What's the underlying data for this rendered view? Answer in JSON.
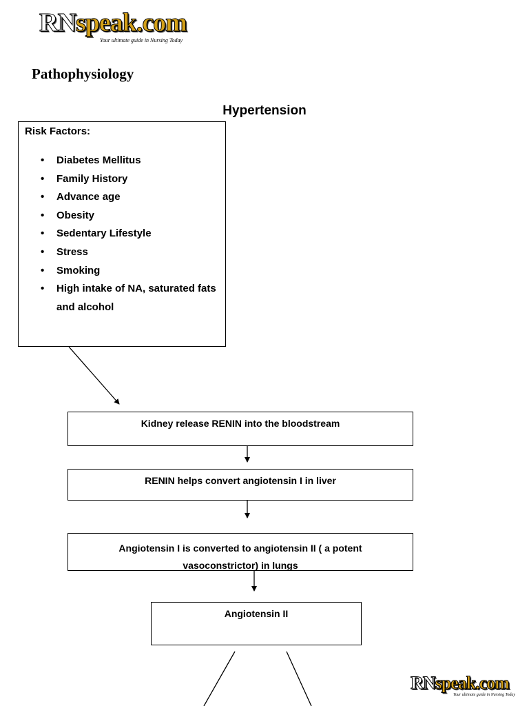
{
  "logo_top": {
    "rn": "RN",
    "speak": "speak.com",
    "tagline": "Your ultimate guide in Nursing Today"
  },
  "logo_bottom": {
    "rn": "RN",
    "speak": "speak.com",
    "tagline": "Your ultimate guide in Nursing Today"
  },
  "section_heading": "Pathophysiology",
  "diagram_title": "Hypertension",
  "risk_factors": {
    "title": "Risk Factors:",
    "items": [
      "Diabetes Mellitus",
      "Family History",
      "Advance age",
      "Obesity",
      "Sedentary Lifestyle",
      "Stress",
      "Smoking",
      "High intake of NA, saturated fats and alcohol"
    ]
  },
  "flow_steps": [
    "Kidney release RENIN into the bloodstream",
    "RENIN helps convert angiotensin I in liver",
    "Angiotensin I is converted to angiotensin II ( a potent vasoconstrictor) in lungs",
    "Angiotensin II"
  ],
  "colors": {
    "logo_rn": "#ffffff",
    "logo_speak": "#d4a017",
    "line": "#000000"
  }
}
